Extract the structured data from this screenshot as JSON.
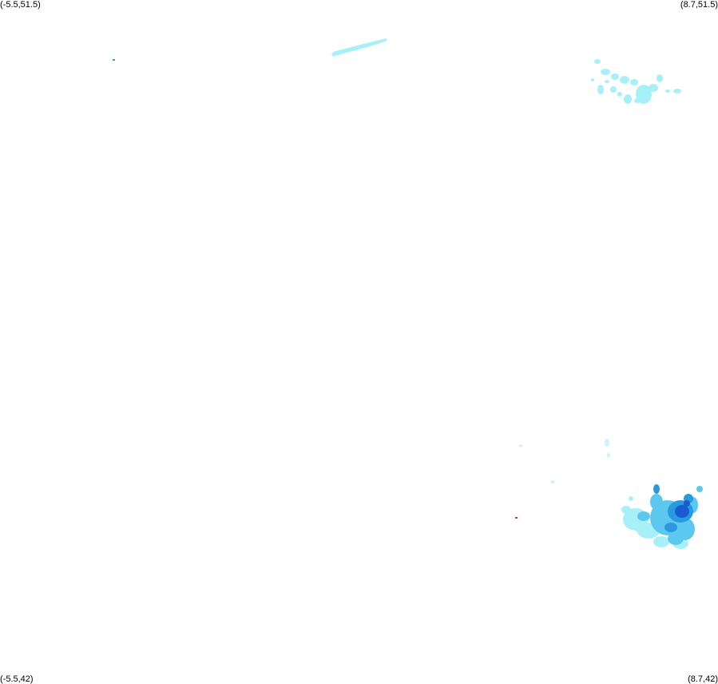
{
  "map": {
    "corners": {
      "top_left": "(-5.5,51.5)",
      "top_right": "(8.7,51.5)",
      "bottom_left": "(-5.5,42)",
      "bottom_right": "(8.7,42)"
    },
    "bounds": {
      "lon_min": -5.5,
      "lon_max": 8.7,
      "lat_min": 42,
      "lat_max": 51.5
    },
    "colors": {
      "background": "#ffffff",
      "light": "#a8f0f8",
      "pale": "#c8f4fa",
      "medium": "#5cc8f0",
      "strong": "#2a9ae0",
      "intense": "#1a5cd0",
      "magenta": "#e0209a"
    }
  }
}
